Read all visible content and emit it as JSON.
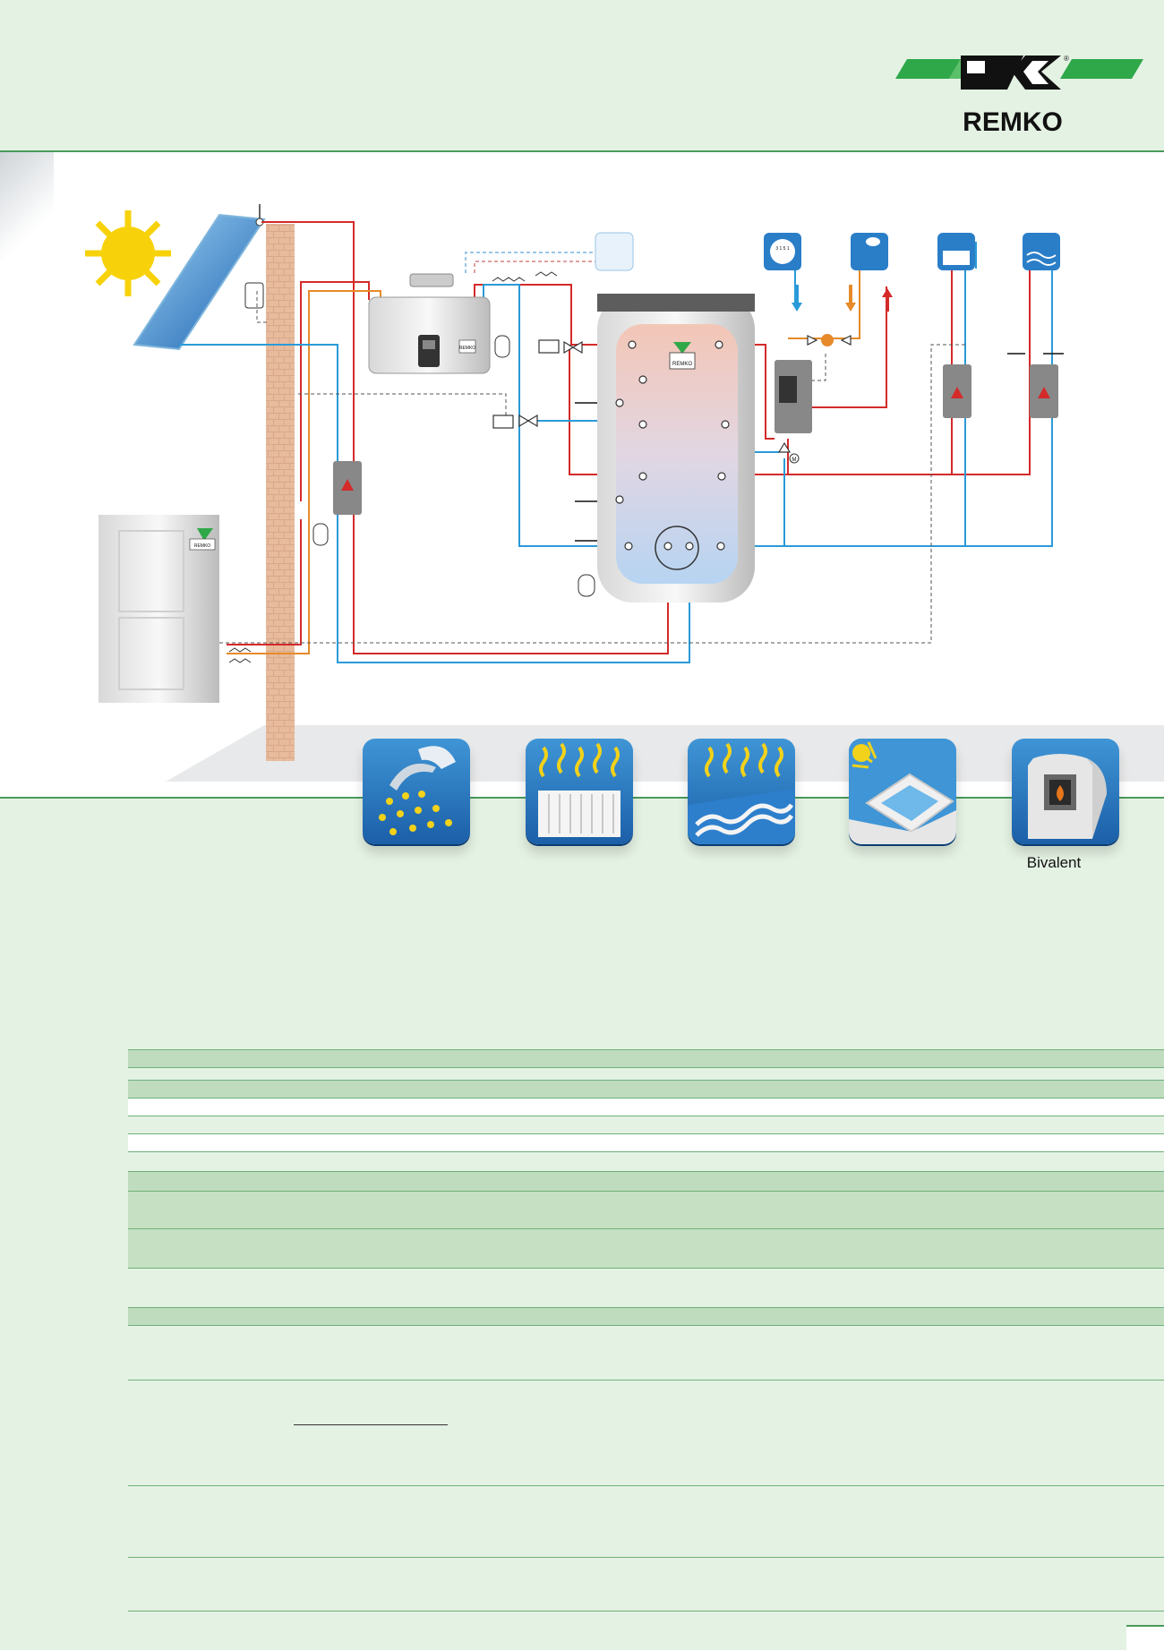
{
  "brand": {
    "name": "REMKO",
    "registered_mark": "®"
  },
  "diagram": {
    "tank_label": "REMKO",
    "heat_pump_label": "REMKO",
    "module_label": "REMKO",
    "motor_valve_label": "M",
    "water_meter_digits": "3 1 5 1"
  },
  "applications": [
    {
      "name": "hot-water",
      "label": ""
    },
    {
      "name": "radiator-heating",
      "label": ""
    },
    {
      "name": "underfloor-heating",
      "label": ""
    },
    {
      "name": "solar",
      "label": ""
    },
    {
      "name": "bivalent",
      "label": "Bivalent"
    }
  ],
  "colors": {
    "flow": "#d42a2a",
    "return": "#2a9ad8",
    "control": "#555555",
    "accent_green": "#2fa84a",
    "page_bg": "#e4f2e3"
  }
}
